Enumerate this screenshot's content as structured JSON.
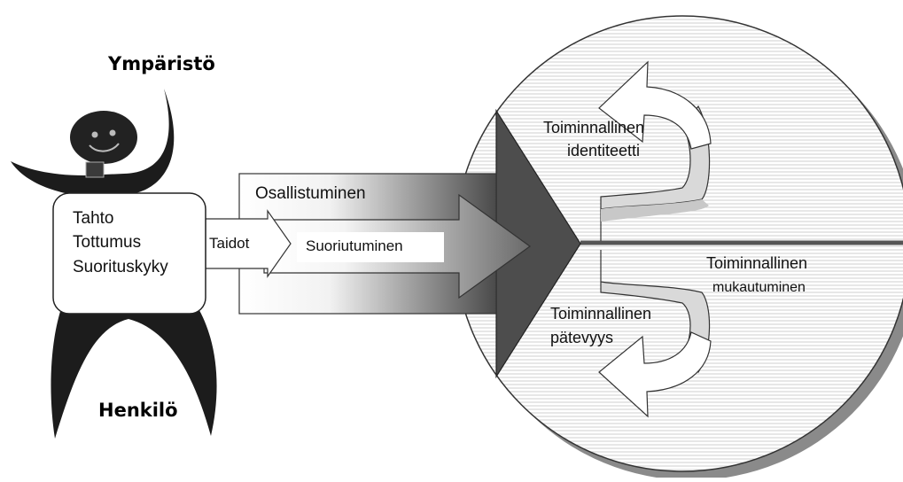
{
  "environment_label": "Ympäristö",
  "person_label": "Henkilö",
  "person_box": {
    "lines": [
      "Tahto",
      "Tottumus",
      "Suorituskyky"
    ]
  },
  "flow": {
    "participation": "Osallistuminen",
    "skills": "Taidot",
    "performance": "Suoriutuminen"
  },
  "circle": {
    "identity": [
      "Toiminnallinen",
      "identiteetti"
    ],
    "competence": [
      "Toiminnallinen",
      "pätevyys"
    ],
    "adaptation": [
      "Toiminnallinen",
      "mukautuminen"
    ]
  }
}
